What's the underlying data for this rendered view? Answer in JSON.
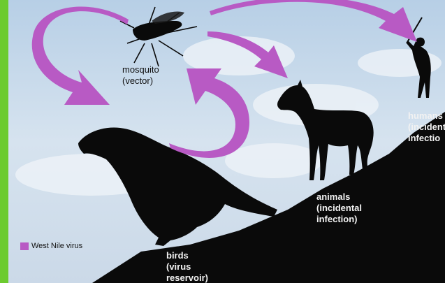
{
  "labels": {
    "mosquito": "mosquito",
    "mosquito_role": "(vector)",
    "birds": "birds",
    "birds_role_1": "(virus",
    "birds_role_2": "reservoir)",
    "animals": "animals",
    "animals_role_1": "(incidental",
    "animals_role_2": "infection)",
    "humans": "humans",
    "humans_role_1": "(incident",
    "humans_role_2": "infectio"
  },
  "legend": {
    "label": "West Nile virus",
    "color": "#b85ac4"
  },
  "colors": {
    "arrow": "#b85ac4",
    "silhouette": "#0a0a0a",
    "frame": "#6ccb2f"
  }
}
